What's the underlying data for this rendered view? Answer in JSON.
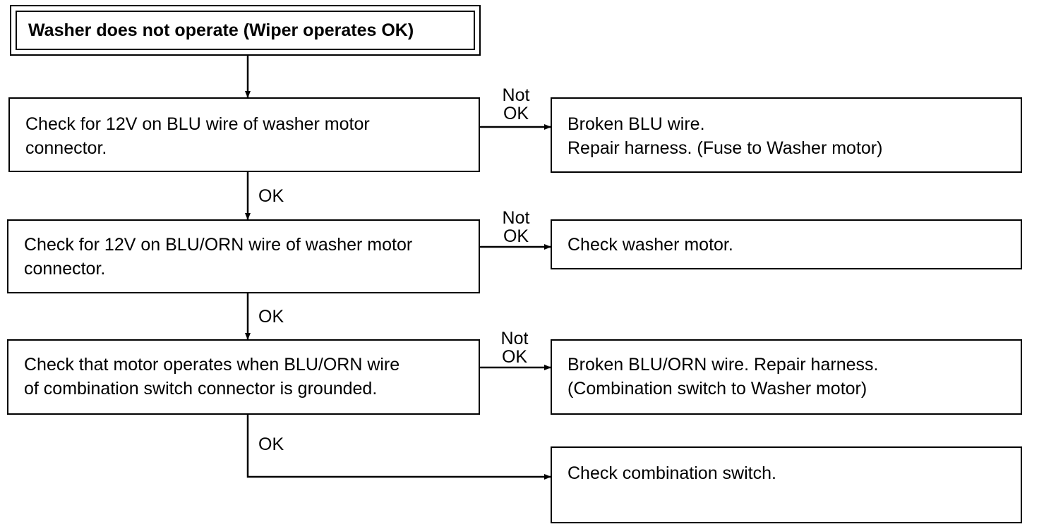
{
  "title": "Washer does not operate (Wiper operates OK)",
  "steps": [
    {
      "lines": [
        "Check for 12V on BLU wire of washer motor",
        "connector."
      ]
    },
    {
      "lines": [
        "Check for 12V on BLU/ORN wire of washer motor",
        "connector."
      ]
    },
    {
      "lines": [
        "Check that motor operates when BLU/ORN wire",
        "of combination switch connector is grounded."
      ]
    }
  ],
  "results": [
    {
      "lines": [
        "Broken BLU wire.",
        "Repair harness. (Fuse to Washer motor)"
      ]
    },
    {
      "lines": [
        "Check washer motor."
      ]
    },
    {
      "lines": [
        "Broken BLU/ORN wire. Repair harness.",
        "(Combination switch to Washer motor)"
      ]
    },
    {
      "lines": [
        "Check combination switch."
      ]
    }
  ],
  "labels": {
    "not_ok_1": "Not",
    "not_ok_2": "OK",
    "ok": "OK"
  }
}
